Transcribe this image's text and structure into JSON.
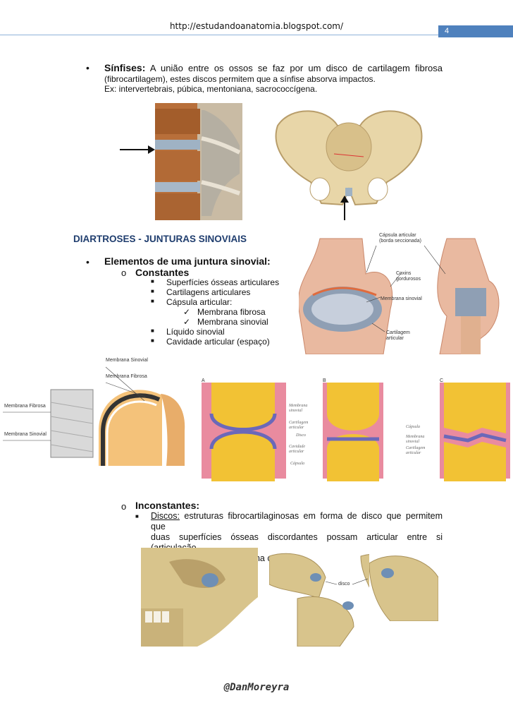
{
  "header": {
    "url": "http://estudandoanatomia.blogspot.com/",
    "page_number": "4"
  },
  "sinfises": {
    "term": "Sínfises:",
    "line1": "A união entre os ossos se faz por um disco de cartilagem fibrosa",
    "line2": "(fibrocartilagem), estes discos permitem que a sínfise absorva impactos.",
    "line3": "Ex: intervertebrais, púbica, mentoniana, sacrococcígena."
  },
  "diartroses": {
    "heading": "DIARTROSES - JUNTURAS SINOVIAIS",
    "elements_title": "Elementos de uma juntura sinovial:",
    "constantes_title": "Constantes",
    "constantes": [
      "Superfícies ósseas articulares",
      "Cartilagens articulares",
      "Cápsula articular:"
    ],
    "capsula_items": [
      "Membrana fibrosa",
      "Membrana sinovial"
    ],
    "constantes_more": [
      "Líquido sinovial",
      "Cavidade articular (espaço)"
    ]
  },
  "elbow_labels": {
    "capsula": "Cápsula articular",
    "capsula_sub": "(borda seccionada)",
    "coxins": "Coxins",
    "coxins_sub": "gordurosos",
    "membrana": "Membrana sinovial",
    "cartilagem": "Cartilagem",
    "cartilagem_sub": "articular"
  },
  "joint_labels": {
    "membrana_sinovial": "Membrana Sinovial",
    "membrana_fibrosa": "Membrana Fibrosa",
    "left_fibrosa": "Membrana Fibrosa",
    "left_sinovial": "Membrana Sinovial"
  },
  "abc_labels": {
    "a": "A",
    "b": "B",
    "c": "C",
    "membrana_sinovial_1": "Membrana",
    "membrana_sinovial_2": "sinovial",
    "cartilagem_1": "Cartilagem",
    "cartilagem_2": "articular",
    "disco": "Disco",
    "cavidade_1": "Cavidade",
    "cavidade_2": "articular",
    "capsula": "Cápsula",
    "capsula_c": "Cápsula",
    "membrana_c_1": "Membrana",
    "membrana_c_2": "sinovial",
    "cartilagem_c_1": "Cartilagem",
    "cartilagem_c_2": "articular"
  },
  "inconstantes": {
    "title": "Inconstantes:",
    "discos_term": "Discos:",
    "line1": "estruturas fibrocartilaginosas em forma de disco que permitem que",
    "line2": "duas superfícies ósseas discordantes possam articular entre si (articulação",
    "line3": "temporal-mandibular). Forma circular. Absorção de impacto."
  },
  "tmj_label": "disco",
  "footer": "@DanMoreyra"
}
